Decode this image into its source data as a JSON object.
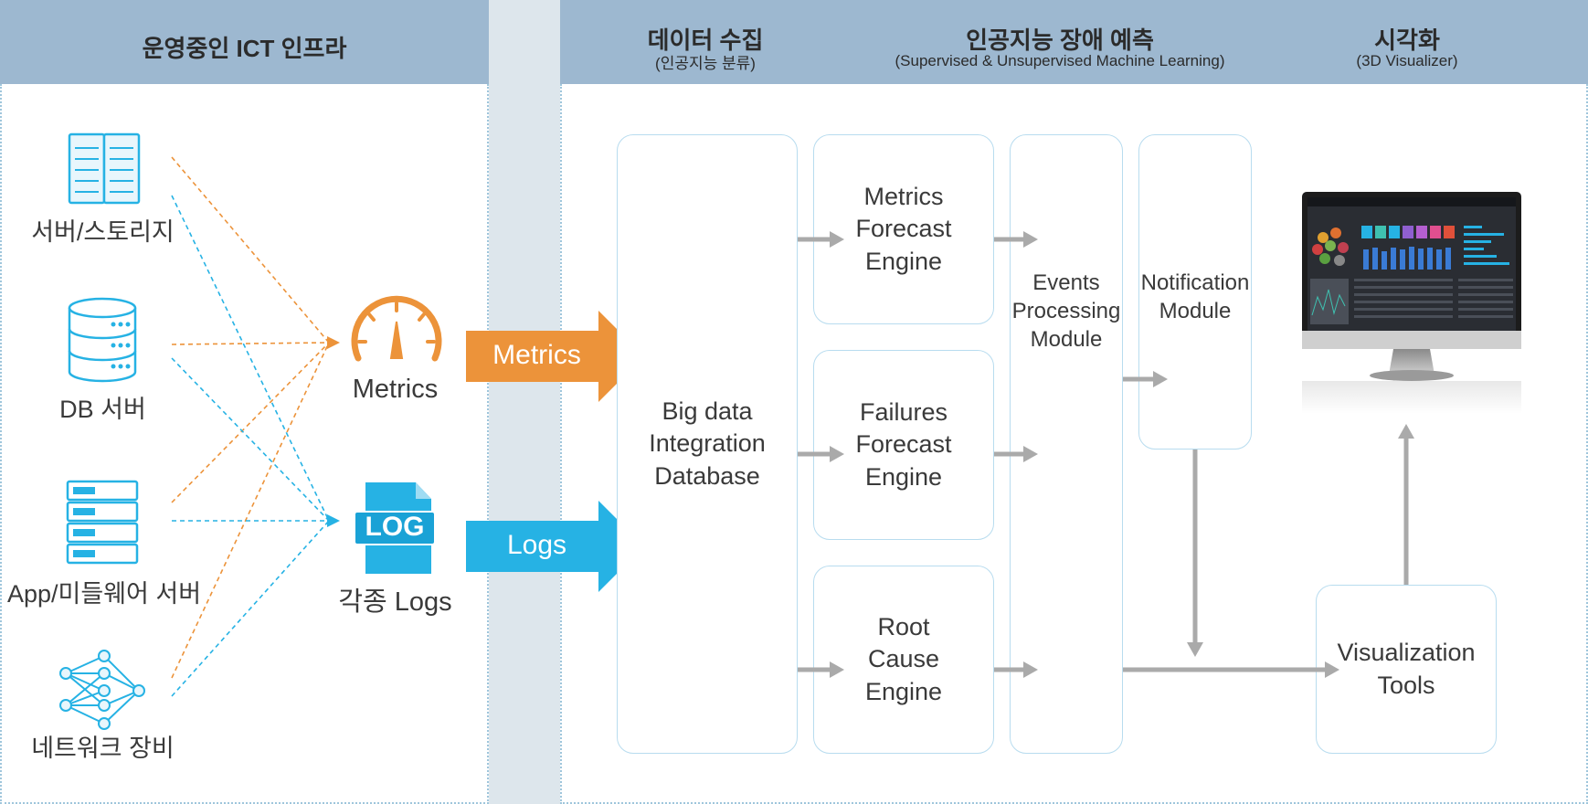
{
  "header": {
    "infra_title": "운영중인 ICT 인프라",
    "collect_title": "데이터 수집",
    "collect_sub": "(인공지능 분류)",
    "predict_title": "인공지능 장애 예측",
    "predict_sub": "(Supervised & Unsupervised Machine Learning)",
    "visual_title": "시각화",
    "visual_sub": "(3D Visualizer)"
  },
  "devices": [
    {
      "label": "서버/스토리지",
      "icon": "server-rack-icon"
    },
    {
      "label": "DB 서버",
      "icon": "database-icon"
    },
    {
      "label": "App/미들웨어 서버",
      "icon": "app-server-icon"
    },
    {
      "label": "네트워크 장비",
      "icon": "network-icon"
    }
  ],
  "sources": {
    "metrics_label": "Metrics",
    "logs_label": "각종 Logs",
    "log_badge": "LOG"
  },
  "flows": {
    "metrics": "Metrics",
    "logs": "Logs"
  },
  "boxes": {
    "big_data": "Big data\nIntegration\nDatabase",
    "metrics_forecast": "Metrics\nForecast\nEngine",
    "failures_forecast": "Failures\nForecast\nEngine",
    "root_cause": "Root\nCause\nEngine",
    "events": "Events\nProcessing\nModule",
    "notification": "Notification\nModule",
    "visualization": "Visualization\nTools"
  },
  "colors": {
    "header": "#9db8d0",
    "orange": "#ec933a",
    "blue": "#26b2e4",
    "box_border": "#b8dcef",
    "arrow_gray": "#aaaaaa"
  }
}
